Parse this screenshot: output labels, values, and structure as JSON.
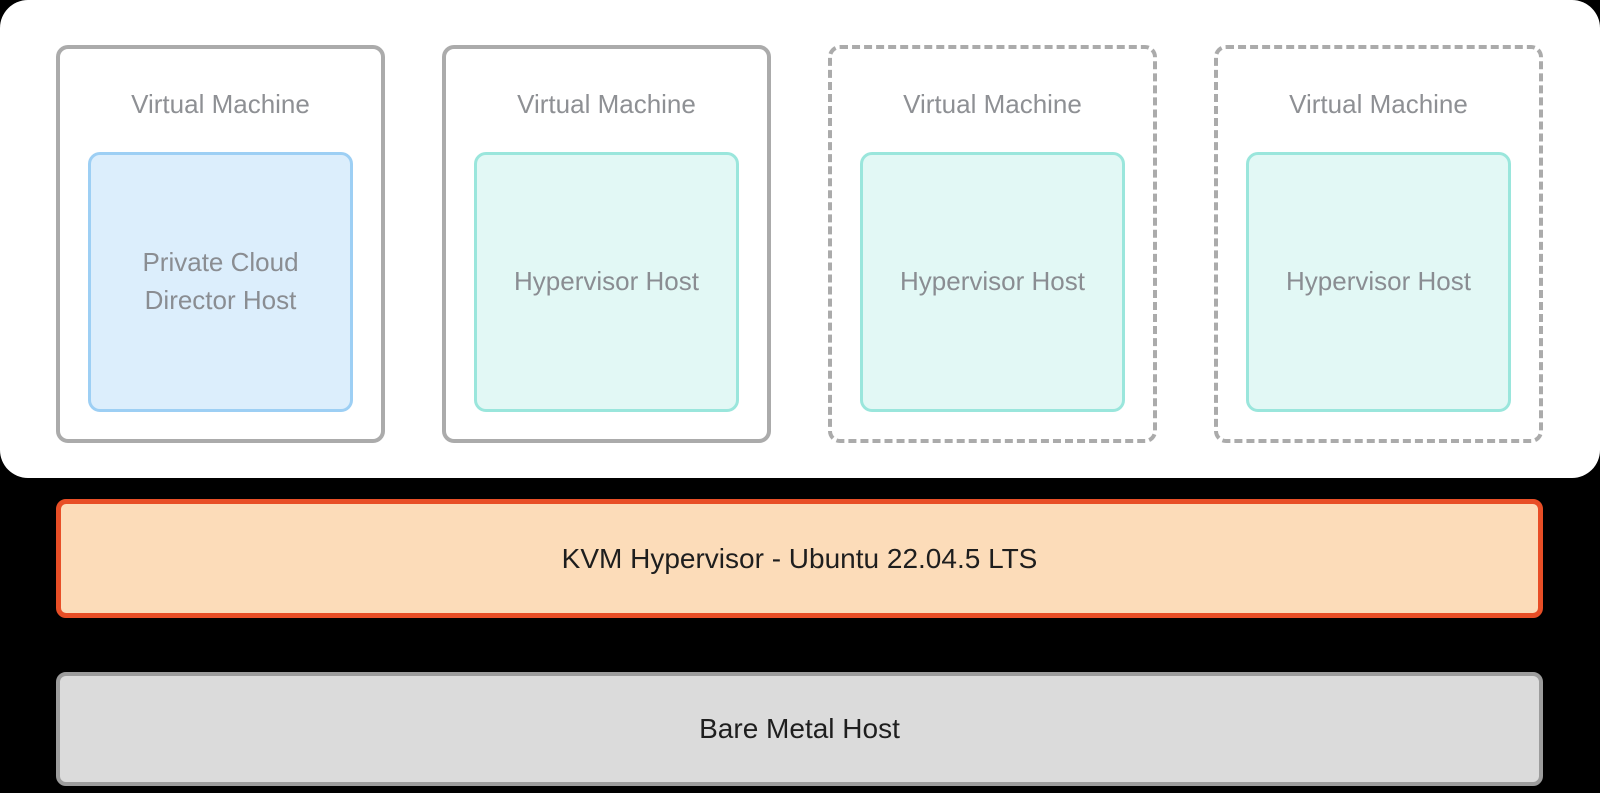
{
  "colors": {
    "background": "#000000",
    "panel_bg": "#FFFFFF",
    "vm_border": "#ABABAB",
    "vm_title_text": "#8E9094",
    "private_cloud_director_fill": "#DCEEFC",
    "private_cloud_director_border": "#9DCFF4",
    "hypervisor_host_fill": "#E2F8F5",
    "hypervisor_host_border": "#9AE6DC",
    "host_label_text": "#8A8D92",
    "kvm_fill": "#FCDCB9",
    "kvm_border": "#E84E26",
    "kvm_text": "#1E1E1E",
    "bare_metal_fill": "#DBDBDB",
    "bare_metal_border": "#9C9C9C",
    "bare_metal_text": "#1E1E1E"
  },
  "vm_layer": {
    "boxes": [
      {
        "title": "Virtual Machine",
        "host": "Private Cloud Director Host",
        "border_style": "solid",
        "host_kind": "private-cloud-director"
      },
      {
        "title": "Virtual Machine",
        "host": "Hypervisor Host",
        "border_style": "solid",
        "host_kind": "hypervisor"
      },
      {
        "title": "Virtual Machine",
        "host": "Hypervisor Host",
        "border_style": "dashed",
        "host_kind": "hypervisor"
      },
      {
        "title": "Virtual Machine",
        "host": "Hypervisor Host",
        "border_style": "dashed",
        "host_kind": "hypervisor"
      }
    ]
  },
  "kvm_layer": {
    "label": "KVM Hypervisor - Ubuntu 22.04.5 LTS"
  },
  "bare_metal_layer": {
    "label": "Bare Metal Host"
  }
}
